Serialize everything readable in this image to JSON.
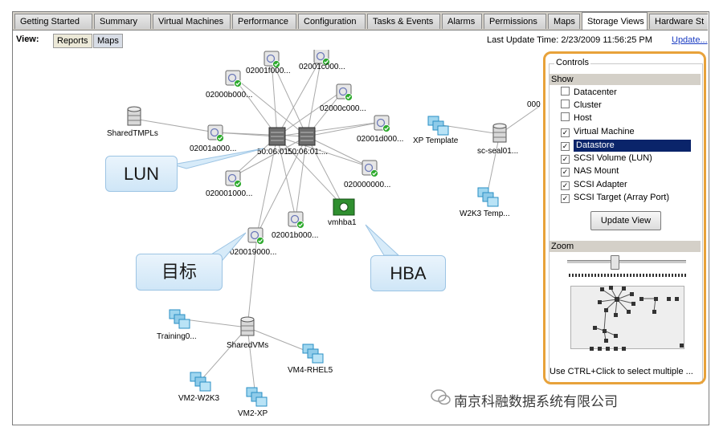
{
  "tabs": [
    "Getting Started",
    "Summary",
    "Virtual Machines",
    "Performance",
    "Configuration",
    "Tasks & Events",
    "Alarms",
    "Permissions",
    "Maps",
    "Storage Views",
    "Hardware St"
  ],
  "active_tab": "Storage Views",
  "view": {
    "label": "View:",
    "reports": "Reports",
    "maps": "Maps",
    "last_update": "Last Update Time: 2/23/2009 11:56:25 PM",
    "update_link": "Update..."
  },
  "nodes": {
    "n1": "02001f000...",
    "n2": "02001c000...",
    "n3": "02000b000...",
    "n4": "02000c000...",
    "n5": "SharedTMPLs",
    "n6": "02001a000...",
    "n7": "50:06:01:...",
    "n8": "50:06:01:...",
    "n9": "02001d000...",
    "n10": "020001000...",
    "n11": "020000000...",
    "n12": "vmhba1",
    "n13": "02001b000...",
    "n14": "020019000...",
    "n15": "XP Template",
    "n16": "sc-seal01...",
    "n17": "000",
    "n18": "W2K3 Temp...",
    "n19": "Training0...",
    "n20": "SharedVMs",
    "n21": "VM4-RHEL5",
    "n22": "VM2-W2K3",
    "n23": "VM2-XP"
  },
  "callouts": {
    "lun": "LUN",
    "target": "目标",
    "hba": "HBA"
  },
  "controls": {
    "title": "Controls",
    "show_label": "Show",
    "options": [
      {
        "label": "Datacenter",
        "checked": false
      },
      {
        "label": "Cluster",
        "checked": false
      },
      {
        "label": "Host",
        "checked": false
      },
      {
        "label": "Virtual Machine",
        "checked": true
      },
      {
        "label": "Datastore",
        "checked": true
      },
      {
        "label": "SCSI Volume (LUN)",
        "checked": true
      },
      {
        "label": "NAS Mount",
        "checked": true
      },
      {
        "label": "SCSI Adapter",
        "checked": true
      },
      {
        "label": "SCSI Target (Array Port)",
        "checked": true
      }
    ],
    "update_view": "Update View",
    "zoom_label": "Zoom",
    "hint": "Use CTRL+Click to select multiple ..."
  },
  "watermark": "南京科融数据系统有限公司",
  "colors": {
    "highlight_ring": "#e8a23a",
    "selection": "#0a246a",
    "callout": "#cfe6f7"
  }
}
